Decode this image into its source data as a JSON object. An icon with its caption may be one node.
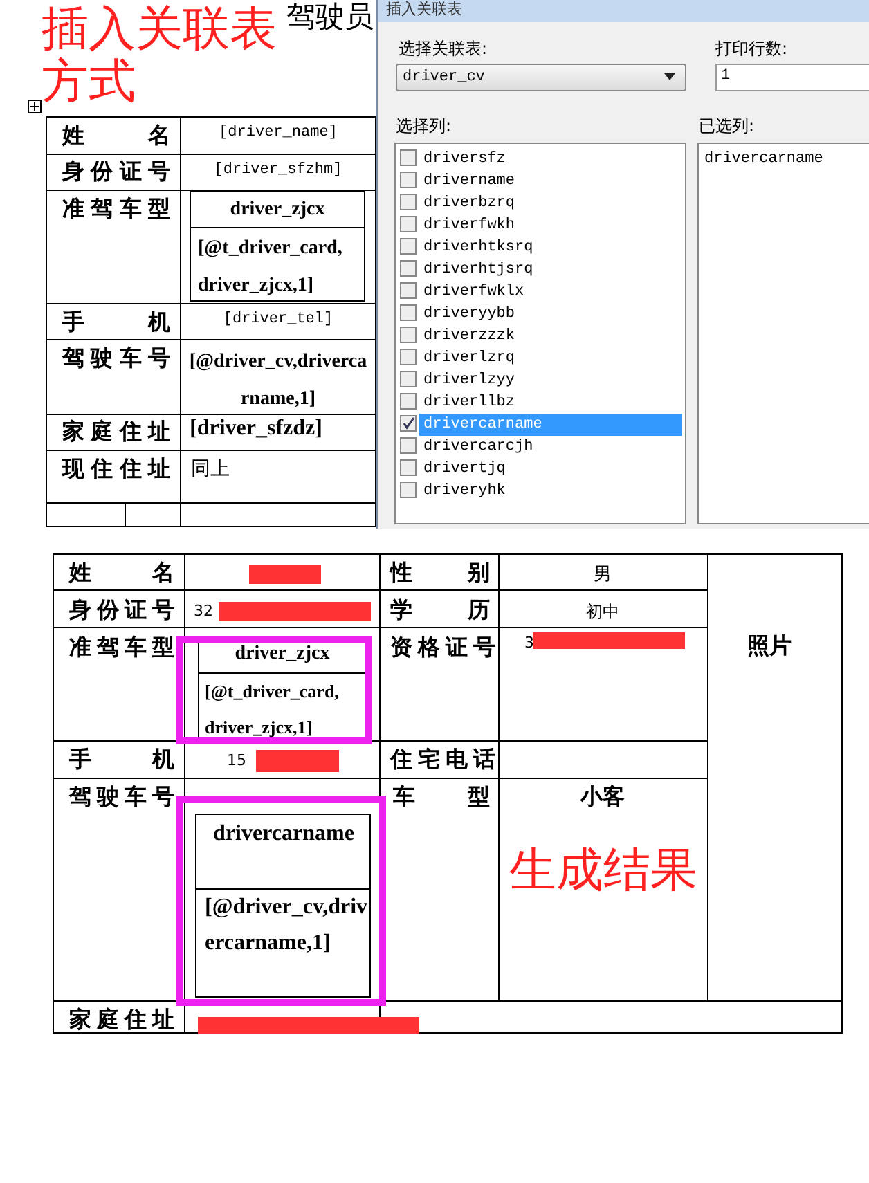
{
  "diagram": {
    "labels": [
      "驾驶员",
      "插入关联表方式",
      "姓 名",
      "[driver_name]",
      "身份证号",
      "[driver_sfzhm]",
      "准驾车型",
      "driver_zjcx",
      "[@t_driver_card, driver_zjcx,1]",
      "手 机",
      "[driver_tel]",
      "驾驶车号",
      "[@driver_cv,drivercarname,1]",
      "家庭住址",
      "[driver_sfzdz]",
      "现住住址",
      "同上",
      "插入关联表",
      "选择关联表:",
      "driver_cv",
      "打印行数:",
      "1",
      "选择列:",
      "driversfz",
      "drivername",
      "driverbzrq",
      "driverfwkh",
      "driverhtksrq",
      "driverhtjsrq",
      "driverfwklx",
      "driveryybb",
      "driverzzzk",
      "driverlzrq",
      "driverlzyy",
      "driverllbz",
      "drivercarname",
      "drivercarcjh",
      "drivertjq",
      "driveryhk",
      "已选列:",
      "drivercarname",
      "姓 名",
      "性 别",
      "男",
      "身份证号",
      "32",
      "学 历",
      "初中",
      "准驾车型",
      "driver_zjcx",
      "[@t_driver_card, driver_zjcx,1]",
      "资格证号",
      "3",
      "照片",
      "手 机",
      "15",
      "住宅电话",
      "驾驶车号",
      "车 型",
      "小客",
      "drivercarname",
      "[@driver_cv,drivercarname,1]",
      "生成结果",
      "家庭住址"
    ]
  }
}
